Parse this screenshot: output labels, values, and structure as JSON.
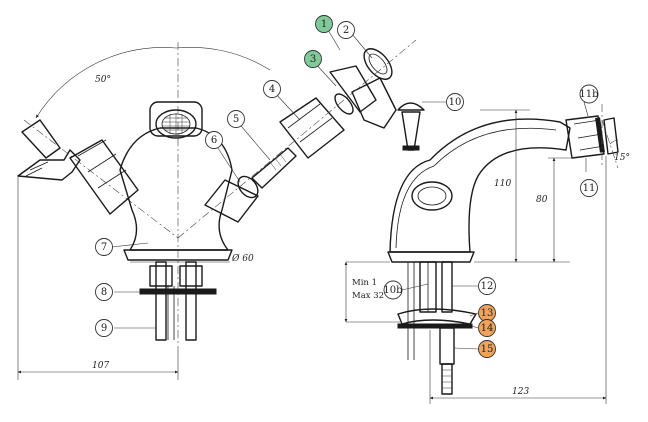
{
  "colors": {
    "line": "#1a1a1a",
    "bubble_default": "#ffffff",
    "bubble_green": "#7fc99a",
    "bubble_orange": "#f0a35a"
  },
  "dimensions": {
    "angle_left": "50°",
    "diameter": "Ø 60",
    "width_left": "107",
    "height_total": "110",
    "height_spout": "80",
    "angle_right": "15°",
    "width_right": "123",
    "min_label": "Min 1",
    "max_label": "Max 32"
  },
  "callouts": [
    {
      "id": "1",
      "label": "1",
      "color": "green"
    },
    {
      "id": "2",
      "label": "2",
      "color": "default"
    },
    {
      "id": "3",
      "label": "3",
      "color": "green"
    },
    {
      "id": "4",
      "label": "4",
      "color": "default"
    },
    {
      "id": "5",
      "label": "5",
      "color": "default"
    },
    {
      "id": "6",
      "label": "6",
      "color": "default"
    },
    {
      "id": "7",
      "label": "7",
      "color": "default"
    },
    {
      "id": "8",
      "label": "8",
      "color": "default"
    },
    {
      "id": "9",
      "label": "9",
      "color": "default"
    },
    {
      "id": "10",
      "label": "10",
      "color": "default"
    },
    {
      "id": "10b",
      "label": "10b",
      "color": "default"
    },
    {
      "id": "11",
      "label": "11",
      "color": "default"
    },
    {
      "id": "11b",
      "label": "11b",
      "color": "default"
    },
    {
      "id": "12",
      "label": "12",
      "color": "default"
    },
    {
      "id": "13",
      "label": "13",
      "color": "orange"
    },
    {
      "id": "14",
      "label": "14",
      "color": "orange"
    },
    {
      "id": "15",
      "label": "15",
      "color": "orange"
    }
  ]
}
